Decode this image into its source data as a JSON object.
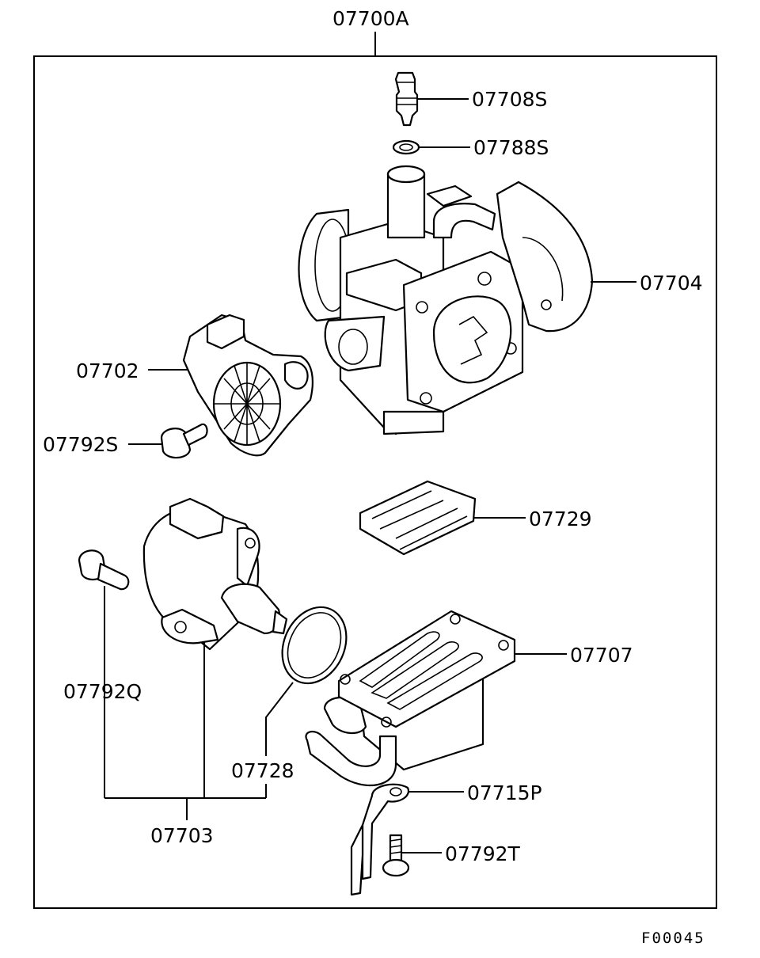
{
  "diagram": {
    "assembly_label": "07700A",
    "figure_code": "F00045",
    "parts": [
      {
        "id": "p1",
        "label": "07708S"
      },
      {
        "id": "p2",
        "label": "07788S"
      },
      {
        "id": "p3",
        "label": "07704"
      },
      {
        "id": "p4",
        "label": "07702"
      },
      {
        "id": "p5",
        "label": "07792S"
      },
      {
        "id": "p6",
        "label": "07729"
      },
      {
        "id": "p7",
        "label": "07707"
      },
      {
        "id": "p8",
        "label": "07792Q"
      },
      {
        "id": "p9",
        "label": "07728"
      },
      {
        "id": "p10",
        "label": "07715P"
      },
      {
        "id": "p11",
        "label": "07792T"
      },
      {
        "id": "p12",
        "label": "07703"
      }
    ]
  }
}
